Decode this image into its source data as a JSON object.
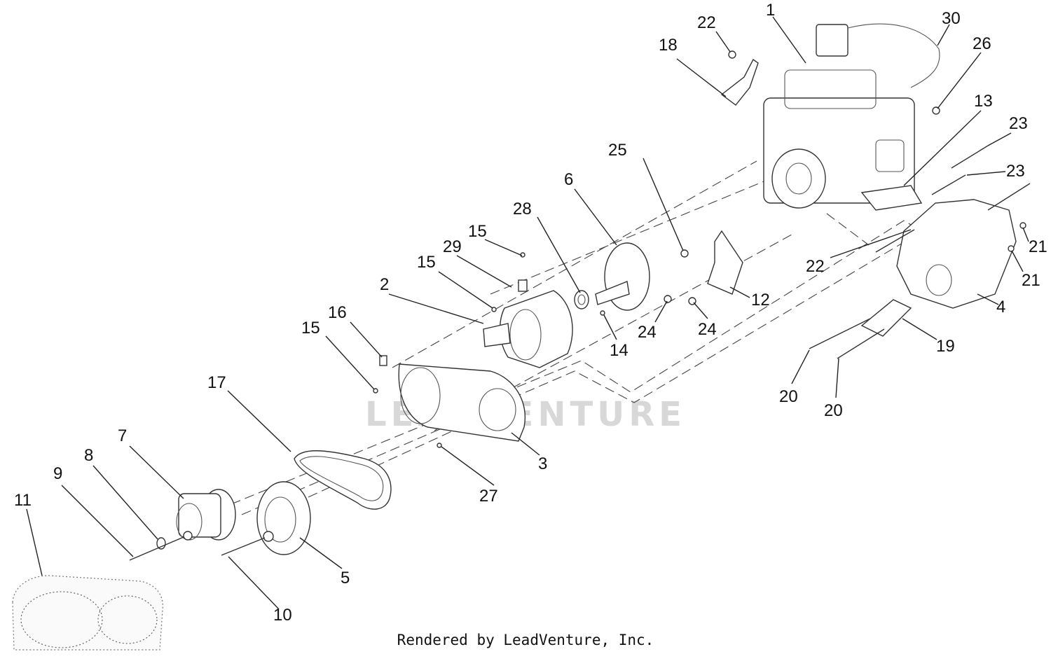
{
  "watermark": "LEADVENTURE",
  "footer": "Rendered by LeadVenture, Inc.",
  "callouts": {
    "c1": "1",
    "c2": "2",
    "c3": "3",
    "c4": "4",
    "c5": "5",
    "c6": "6",
    "c7": "7",
    "c8": "8",
    "c9": "9",
    "c10": "10",
    "c11": "11",
    "c12": "12",
    "c13": "13",
    "c14": "14",
    "c15a": "15",
    "c15b": "15",
    "c15c": "15",
    "c16": "16",
    "c17": "17",
    "c18": "18",
    "c19": "19",
    "c20a": "20",
    "c20b": "20",
    "c21a": "21",
    "c21b": "21",
    "c22a": "22",
    "c22b": "22",
    "c23a": "23",
    "c23b": "23",
    "c24a": "24",
    "c24b": "24",
    "c25": "25",
    "c26": "26",
    "c27": "27",
    "c28": "28",
    "c29": "29",
    "c30": "30"
  }
}
